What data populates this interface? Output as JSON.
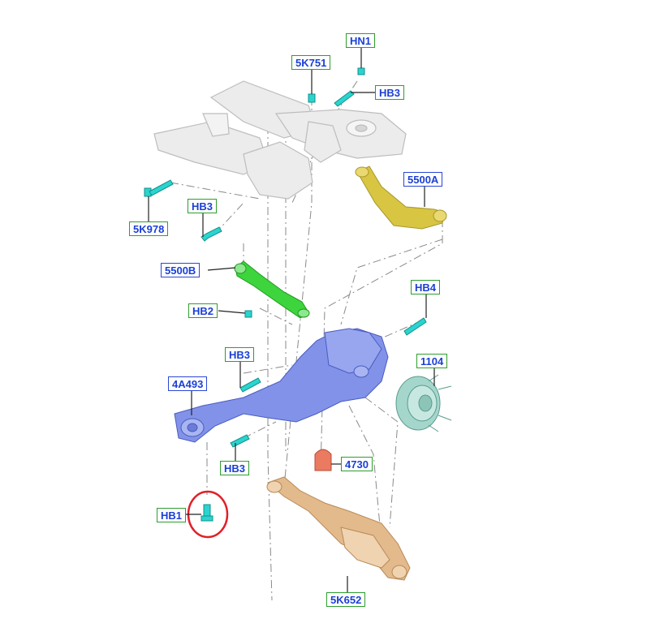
{
  "colors": {
    "callout_text": "#1a3fd6",
    "green_border": "#2e9e2e",
    "blue_border": "#2a46d8",
    "leader": "#222222",
    "dash": "#888888",
    "bolt": "#2bd3cf",
    "subframe": "#e9e9e9",
    "upper_arm": "#d9c640",
    "toe_link": "#3bd23b",
    "knuckle": "#7f8fe6",
    "hub": "#9fd3c8",
    "lower_arm": "#e2b98a",
    "bump_stop": "#e8735a",
    "highlight_circle": "#e0202a"
  },
  "labels": {
    "hn1": "HN1",
    "k751": "5K751",
    "hb3_top": "HB3",
    "a5500": "5500A",
    "k978": "5K978",
    "hb3_left": "HB3",
    "b5500": "5500B",
    "hb4": "HB4",
    "hb2": "HB2",
    "hb3_mid": "HB3",
    "hub1104": "1104",
    "a4493": "4A493",
    "hb3_low": "HB3",
    "p4730": "4730",
    "hb1": "HB1",
    "k652": "5K652"
  },
  "icons": {
    "bolt": "bolt-icon",
    "nut": "nut-icon",
    "highlight": "highlight-circle"
  }
}
